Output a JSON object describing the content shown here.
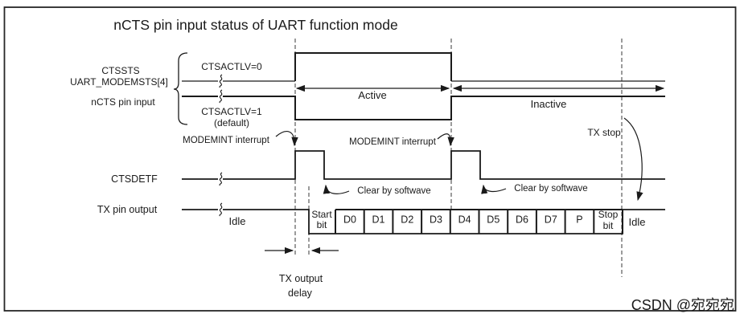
{
  "title": "nCTS pin input status of UART function mode",
  "signals": {
    "group_left": {
      "ctssts": "CTSSTS",
      "modemsts": "UART_MODEMSTS[4]",
      "ncts": "nCTS pin input"
    },
    "ctsactlv0": "CTSACTLV=0",
    "ctsactlv1": "CTSACTLV=1",
    "ctsactlv1_note": "(default)",
    "active_region": "Active",
    "inactive_region": "Inactive",
    "ctsdetf": "CTSDETF",
    "tx_pin": "TX pin output"
  },
  "annotations": {
    "modemint1": "MODEMINT interrupt",
    "modemint2": "MODEMINT interrupt",
    "clear1": "Clear by softwave",
    "clear2": "Clear by softwave",
    "tx_stop": "TX stop",
    "tx_delay_line1": "TX output",
    "tx_delay_line2": "delay"
  },
  "tx_frame": {
    "idle_before": "Idle",
    "start_line1": "Start",
    "start_line2": "bit",
    "cells": [
      "D0",
      "D1",
      "D2",
      "D3",
      "D4",
      "D5",
      "D6",
      "D7",
      "P"
    ],
    "stop_line1": "Stop",
    "stop_line2": "bit",
    "idle_after": "Idle"
  },
  "watermark": "CSDN @宛宛宛",
  "colors": {
    "line": "#1a1a1a",
    "border": "#262626",
    "dashed": "#3a3a3a",
    "watermark": "#c9c9c9",
    "background": "#ffffff"
  }
}
